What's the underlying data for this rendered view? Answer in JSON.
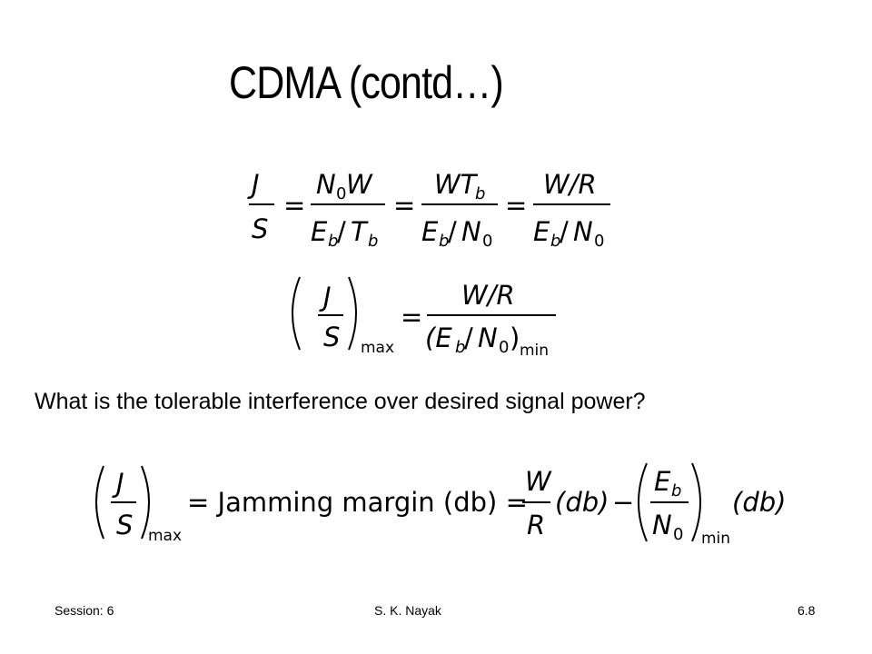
{
  "title": "CDMA (contd…)",
  "equation1": {
    "t1_num": "J",
    "t1_den": "S",
    "t2_num_a": "N",
    "t2_num_sub": "0",
    "t2_num_b": "W",
    "t2_den_a": "E",
    "t2_den_sub1": "b",
    "t2_den_slash": "/",
    "t2_den_b": "T",
    "t2_den_sub2": "b",
    "t3_num_a": "WT",
    "t3_num_sub": "b",
    "t3_den_a": "E",
    "t3_den_sub1": "b",
    "t3_den_slash": "/",
    "t3_den_b": "N",
    "t3_den_sub2": "0",
    "t4_num": "W/R",
    "t4_den_a": "E",
    "t4_den_sub1": "b",
    "t4_den_slash": "/",
    "t4_den_b": "N",
    "t4_den_sub2": "0",
    "eq": "="
  },
  "equation2": {
    "lhs_num": "J",
    "lhs_den": "S",
    "lhs_sub": "max",
    "rhs_num": "W/R",
    "rhs_den_a": "(E",
    "rhs_den_sub1": "b",
    "rhs_den_slash": "/",
    "rhs_den_b": "N",
    "rhs_den_sub2": "0",
    "rhs_den_close": ")",
    "rhs_den_sub3": "min",
    "eq": "="
  },
  "question": "What is the tolerable interference over desired signal power?",
  "equation3": {
    "lhs_num": "J",
    "lhs_den": "S",
    "lhs_sub": "max",
    "middle": "= Jamming margin (db) =",
    "frac_num": "W",
    "frac_den": "R",
    "db1": "(db)",
    "minus": "−",
    "eb_num_a": "E",
    "eb_num_sub": "b",
    "eb_den_a": "N",
    "eb_den_sub": "0",
    "eb_sub": "min",
    "db2": "(db)"
  },
  "footer": {
    "left": "Session: 6",
    "center": "S. K. Nayak",
    "right": "6.8"
  }
}
